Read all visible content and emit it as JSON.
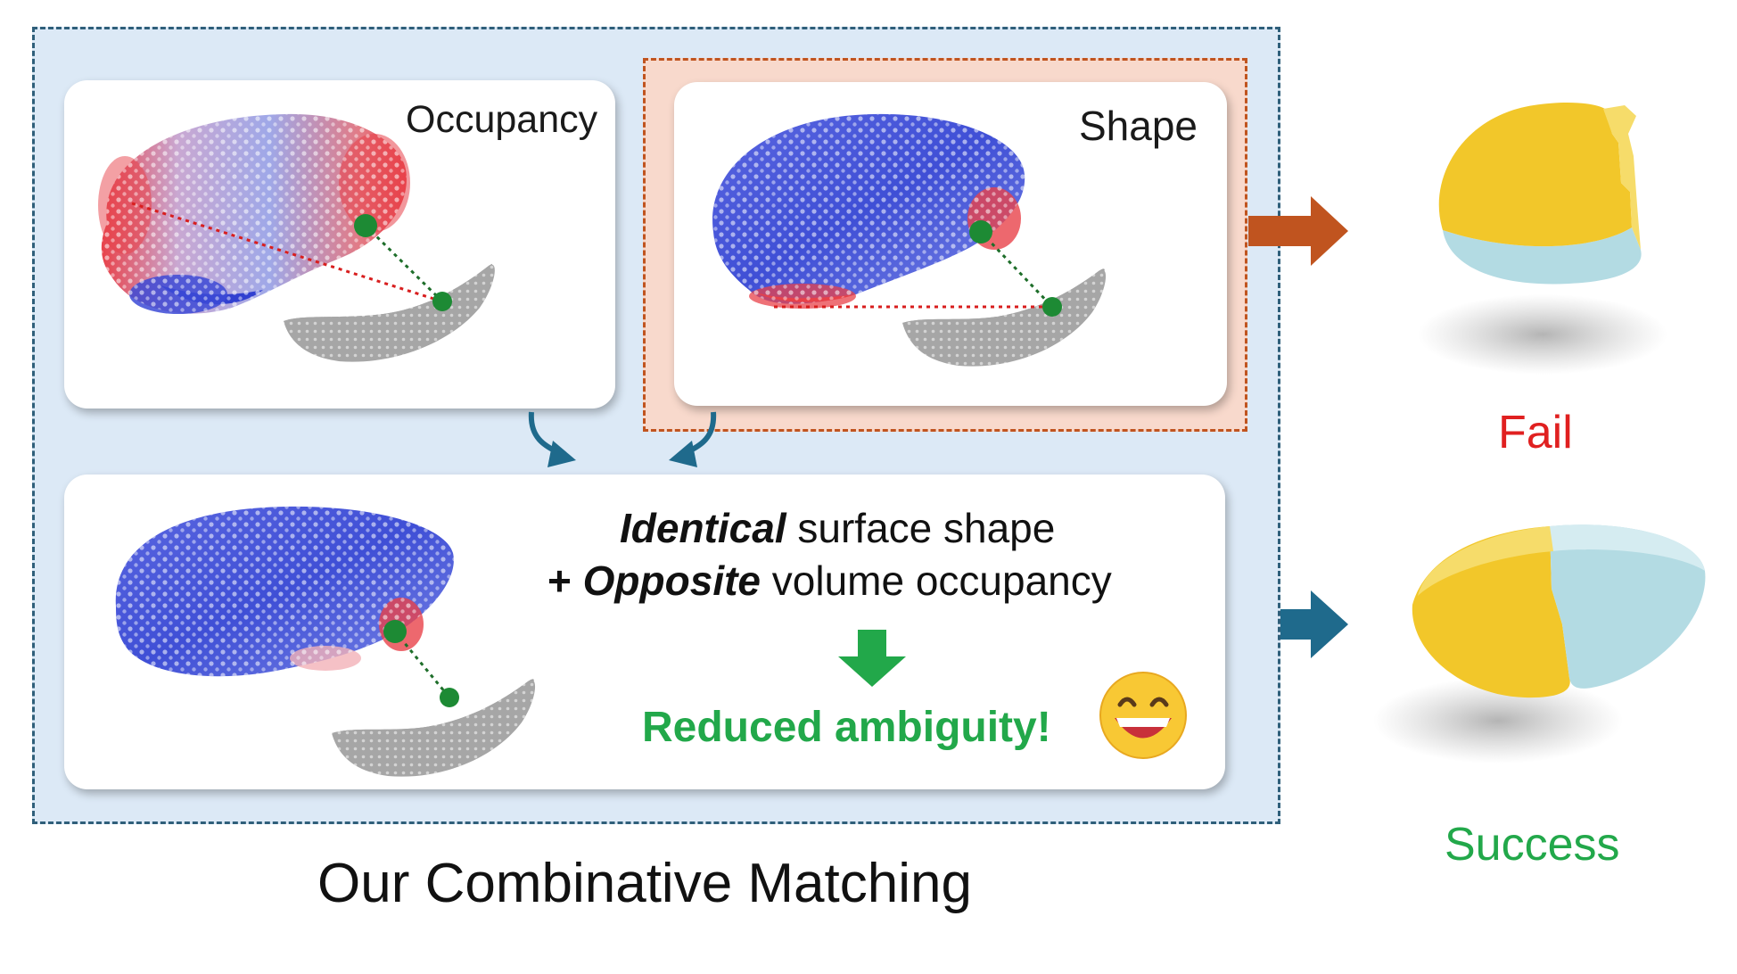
{
  "panels": {
    "occupancy_label": "Occupancy",
    "shape_label": "Shape"
  },
  "combined": {
    "identical_word": "Identical",
    "identical_rest": " surface shape",
    "plus": "+ ",
    "opposite_word": "Opposite",
    "opposite_rest": " volume occupancy",
    "result": "Reduced ambiguity!"
  },
  "caption": "Our Combinative Matching",
  "outcomes": {
    "fail": "Fail",
    "success": "Success"
  },
  "colors": {
    "frame_fill": "#dce9f6",
    "frame_border": "#2f5f7a",
    "shape_frame_fill": "#f8d9cc",
    "shape_frame_border": "#c0541f",
    "fail": "#e02020",
    "success": "#22a84a",
    "arrow_orange": "#c0541f",
    "arrow_blue": "#1f6a8c",
    "piece_yellow": "#f2c72a",
    "piece_blue": "#b3dbe3"
  }
}
